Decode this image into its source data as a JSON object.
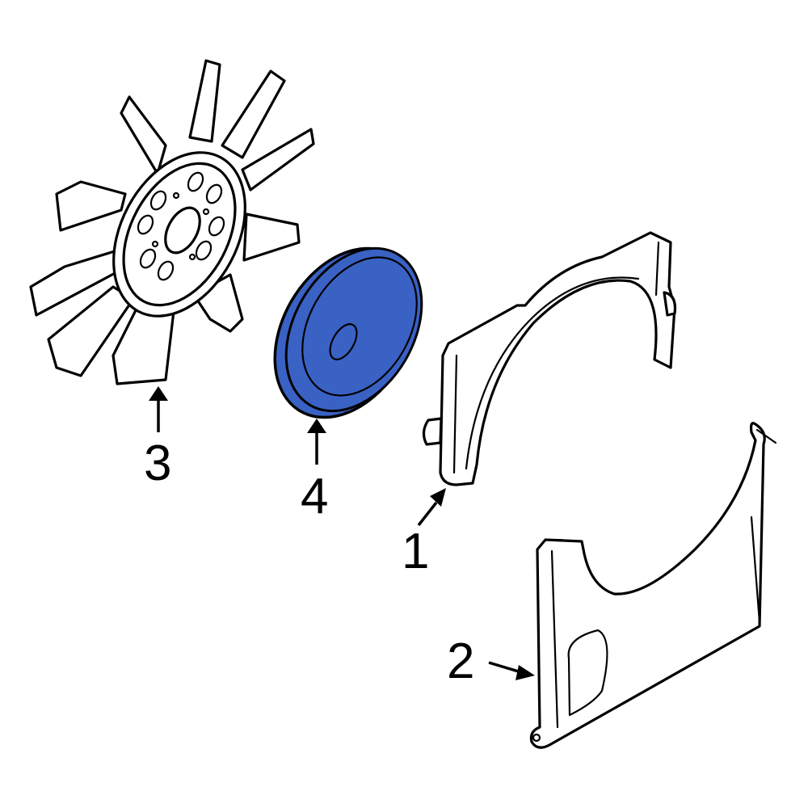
{
  "diagram": {
    "type": "exploded-parts-diagram",
    "highlight_color": "#3a62c4",
    "line_color": "#000000",
    "background": "#ffffff"
  },
  "parts": [
    {
      "id": "1",
      "label": "1",
      "description": "Upper fan shroud",
      "highlighted": false
    },
    {
      "id": "2",
      "label": "2",
      "description": "Lower fan shroud",
      "highlighted": false
    },
    {
      "id": "3",
      "label": "3",
      "description": "Fan blade assembly",
      "highlighted": false
    },
    {
      "id": "4",
      "label": "4",
      "description": "Pulley",
      "highlighted": true
    }
  ],
  "callouts": {
    "part1": "1",
    "part2": "2",
    "part3": "3",
    "part4": "4"
  }
}
